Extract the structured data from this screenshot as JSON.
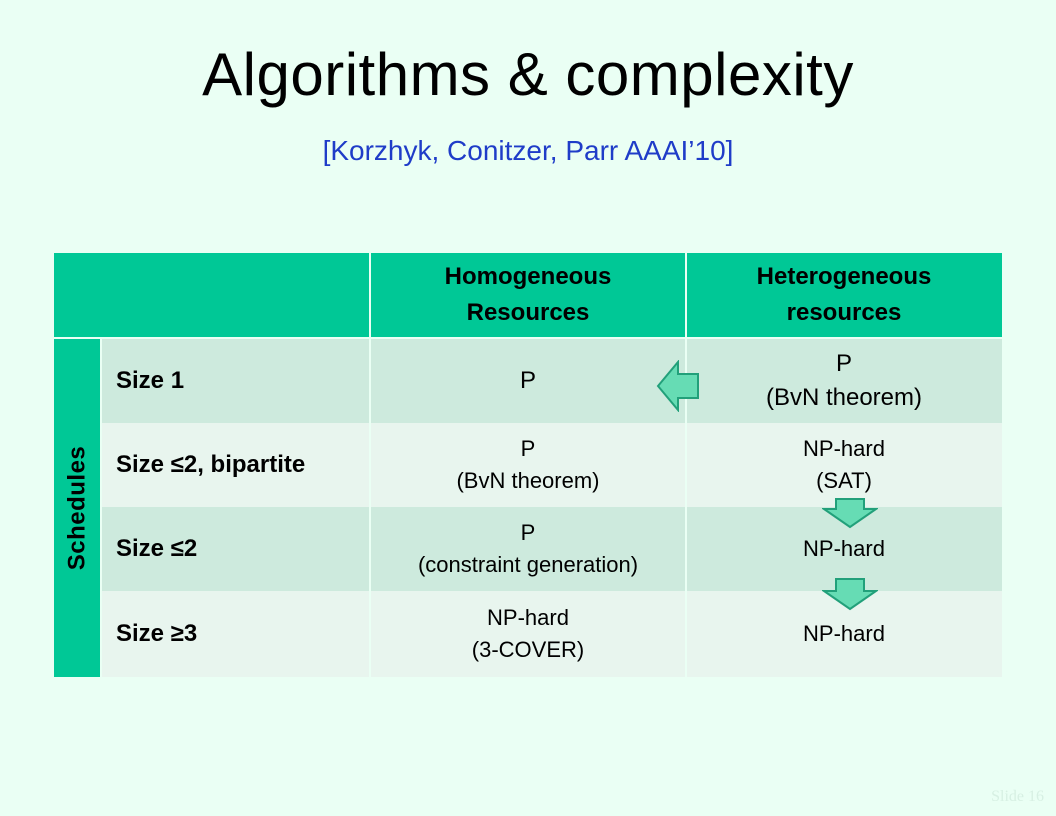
{
  "slide": {
    "title": "Algorithms & complexity",
    "citation": "[Korzhyk, Conitzer, Parr AAAI’10]",
    "slide_number": "Slide 16"
  },
  "table": {
    "corner": "",
    "side_label": "Schedules",
    "col_headers": [
      {
        "line1": "Homogeneous",
        "line2": "Resources"
      },
      {
        "line1": "Heterogeneous",
        "line2": "resources"
      }
    ],
    "rows": [
      {
        "label": "Size 1",
        "homogeneous": {
          "line1": "P",
          "line2": ""
        },
        "heterogeneous": {
          "line1": "P",
          "line2": "(BvN theorem)"
        }
      },
      {
        "label": "Size ≤2, bipartite",
        "homogeneous": {
          "line1": "P",
          "line2": "(BvN theorem)"
        },
        "heterogeneous": {
          "line1": "NP-hard",
          "line2": "(SAT)"
        }
      },
      {
        "label": "Size ≤2",
        "homogeneous": {
          "line1": "P",
          "line2": "(constraint generation)"
        },
        "heterogeneous": {
          "line1": "NP-hard",
          "line2": ""
        }
      },
      {
        "label": "Size ≥3",
        "homogeneous": {
          "line1": "NP-hard",
          "line2": "(3-COVER)"
        },
        "heterogeneous": {
          "line1": "NP-hard",
          "line2": ""
        }
      }
    ]
  },
  "arrows": [
    {
      "name": "left-arrow-icon",
      "direction": "left"
    },
    {
      "name": "down-arrow-icon",
      "direction": "down"
    },
    {
      "name": "down-arrow-icon",
      "direction": "down"
    }
  ],
  "colors": {
    "background": "#eafff4",
    "header": "#00c896",
    "row_dark": "#cdeadd",
    "row_light": "#e8f5ee",
    "citation": "#1f3cc8",
    "arrow_fill": "#66dcb4",
    "arrow_stroke": "#22a07a"
  }
}
